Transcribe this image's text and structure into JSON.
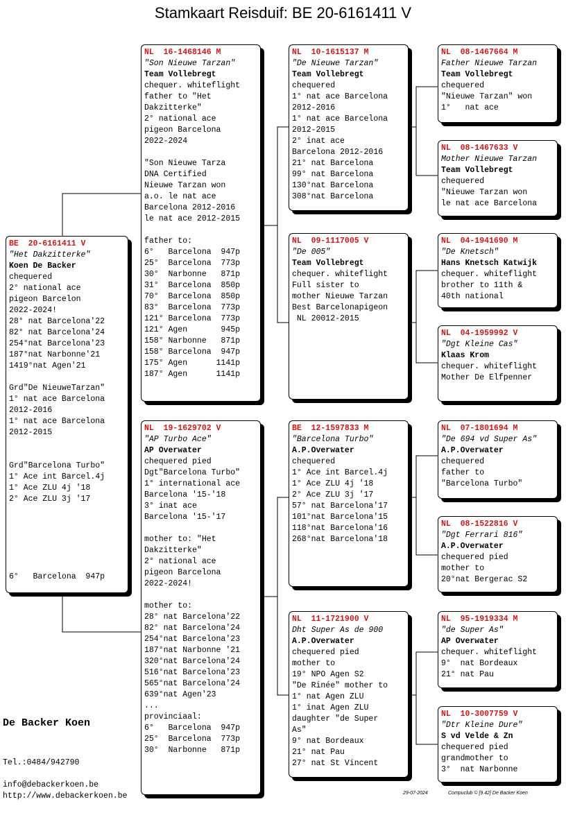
{
  "title": "Stamkaart Reisduif: BE  20-6161411 V",
  "boxes": {
    "subject": {
      "ring": "BE  20-6161411 V",
      "lines": [
        "\"Het Dakzitterke\"",
        "Koen De Backer",
        "chequered",
        "2° national ace",
        "pigeon Barcelon",
        "2022-2024!",
        "28° nat Barcelona'22",
        "82° nat Barcelona'24",
        "254°nat Barcelona'23",
        "187°nat Narbonne'21",
        "1419°nat Agen'21",
        "",
        "Grd\"De NieuweTarzan\"",
        "1° nat ace Barcelona",
        "2012-2016",
        "1° nat ace Barcelona",
        "2012-2015",
        "",
        "",
        "Grd\"Barcelona Turbo\"",
        "1° Ace int Barcel.4j",
        "1° Ace ZLU 4j '18",
        "2° Ace ZLU 3j '17",
        "",
        "",
        "",
        "",
        "",
        "",
        "6°   Barcelona  947p"
      ]
    },
    "father": {
      "ring": "NL  16-1468146 M",
      "lines": [
        "\"Son Nieuwe Tarzan\"",
        "Team Vollebregt",
        "chequer. whiteflight",
        "father to \"Het",
        "Dakzitterke\"",
        "2° national ace",
        "pigeon Barcelona",
        "2022-2024",
        "",
        "\"Son Nieuwe Tarza",
        "DNA Certified",
        "Nieuwe Tarzan won",
        "a.o. le nat ace",
        "Barcelona 2012-2016",
        "le nat ace 2012-2015",
        "",
        "father to:",
        "6°   Barcelona  947p",
        "25°  Barcelona  773p",
        "30°  Narbonne   871p",
        "31°  Barcelona  850p",
        "70°  Barcelona  850p",
        "83°  Barcelona  773p",
        "121° Barcelona  773p",
        "121° Agen       945p",
        "158° Narbonne   871p",
        "158° Barcelona  947p",
        "175° Agen      1141p",
        "187° Agen      1141p"
      ]
    },
    "mother": {
      "ring": "NL  19-1629702 V",
      "lines": [
        "\"AP Turbo Ace\"",
        "AP Overwater",
        "chequered pied",
        "Dgt\"Barcelona Turbo\"",
        "1° international ace",
        "Barcelona '15-'18",
        "3° inat ace",
        "Barcelona '15-'17",
        "",
        "mother to: \"Het",
        "Dakzitterke\"",
        "2° national ace",
        "pigeon Barcelona",
        "2022-2024!",
        "",
        "mother to:",
        "28° nat Barcelona'22",
        "82° nat Barcelona'24",
        "254°nat Barcelona'23",
        "187°nat Narbonne '21",
        "320°nat Barcelona'24",
        "516°nat Barcelona'23",
        "565°nat Barcelona'24",
        "639°nat Agen'23",
        "...",
        "provinciaal:",
        "6°   Barcelona  947p",
        "25°  Barcelona  773p",
        "30°  Narbonne   871p"
      ]
    },
    "ff": {
      "ring": "NL  10-1615137 M",
      "lines": [
        "\"De Nieuwe Tarzan\"",
        "Team Vollebregt",
        "chequered",
        "1° nat ace Barcelona",
        "2012-2016",
        "1° nat ace Barcelona",
        "2012-2015",
        "2° inat ace",
        "Barcelona 2012-2016",
        "21° nat Barcelona",
        "99° nat Barcelona",
        "130°nat Barcelona",
        "308°nat Barcelona"
      ]
    },
    "fm": {
      "ring": "NL  09-1117005 V",
      "lines": [
        "\"De 005\"",
        "Team Vollebregt",
        "chequer. whiteflight",
        "Full sister to",
        "mother Nieuwe Tarzan",
        "Best Barcelonapigeon",
        " NL 20012-2015"
      ]
    },
    "mf": {
      "ring": "BE  12-1597833 M",
      "lines": [
        "\"Barcelona Turbo\"",
        "A.P.Overwater",
        "chequered",
        "1° Ace int Barcel.4j",
        "1° Ace ZLU 4j '18",
        "2° Ace ZLU 3j '17",
        "57° nat Barcelona'17",
        "101°nat Barcelona'15",
        "118°nat Barcelona'16",
        "268°nat Barcelona'18"
      ]
    },
    "mm": {
      "ring": "NL  11-1721900 V",
      "lines": [
        "Dht Super As de 900",
        "A.P.Overwater",
        "chequered pied",
        "mother to",
        "19° NPO Agen S2",
        "\"De Rinée\" mother to",
        "1° nat Agen ZLU",
        "1° inat Agen ZLU",
        "daughter \"de Super",
        "As\"",
        "9° nat Bordeaux",
        "21° nat Pau",
        "27° nat St Vincent"
      ]
    },
    "fff": {
      "ring": "NL  08-1467664 M",
      "lines": [
        "Father Nieuwe Tarzan",
        "Team Vollebregt",
        "chequered",
        "\"Nieuwe Tarzan\" won",
        "1°   nat ace"
      ]
    },
    "ffm": {
      "ring": "NL  08-1467633 V",
      "lines": [
        "Mother Nieuwe Tarzan",
        "Team Vollebregt",
        "chequered",
        "\"Nieuwe Tarzan won",
        "le nat ace Barcelona"
      ]
    },
    "fmf": {
      "ring": "NL  04-1941690 M",
      "lines": [
        "\"De Knetsch\"",
        "Hans Knetsch Katwijk",
        "chequer. whiteflight",
        "brother to 11th &",
        "40th national"
      ]
    },
    "fmm": {
      "ring": "NL  04-1959992 V",
      "lines": [
        "\"Dgt Kleine Cas\"",
        "Klaas Krom",
        "chequer. whiteflight",
        "Mother De Elfpenner"
      ]
    },
    "mff": {
      "ring": "NL  07-1801694 M",
      "lines": [
        "\"De 694 vd Super As\"",
        "A.P.Overwater",
        "chequered",
        "father to",
        "\"Barcelona Turbo\""
      ]
    },
    "mfm": {
      "ring": "NL  08-1522816 V",
      "lines": [
        "\"Dgt Ferrari 816\"",
        "A.P.Overwater",
        "chequered pied",
        "mother to",
        "20°nat Bergerac S2"
      ]
    },
    "mmf": {
      "ring": "NL  95-1919334 M",
      "lines": [
        "\"de Super As\"",
        "AP Overwater",
        "chequer. whiteflight",
        "9°  nat Bordeaux",
        "21° nat Pau"
      ]
    },
    "mmm": {
      "ring": "NL  10-3007759 V",
      "lines": [
        "\"Dtr Kleine Dure\"",
        "S vd Velde & Zn",
        "chequered pied",
        "grandmother to",
        "3°  nat Narbonne"
      ]
    }
  },
  "footer": {
    "owner_name": "De Backer Koen",
    "tel": "Tel.:0484/942790",
    "email": "info@debackerkoen.be",
    "website": "http://www.debackerkoen.be",
    "date": "29-07-2024",
    "software": "Compuclub © [9.42]  De Backer Koen"
  }
}
